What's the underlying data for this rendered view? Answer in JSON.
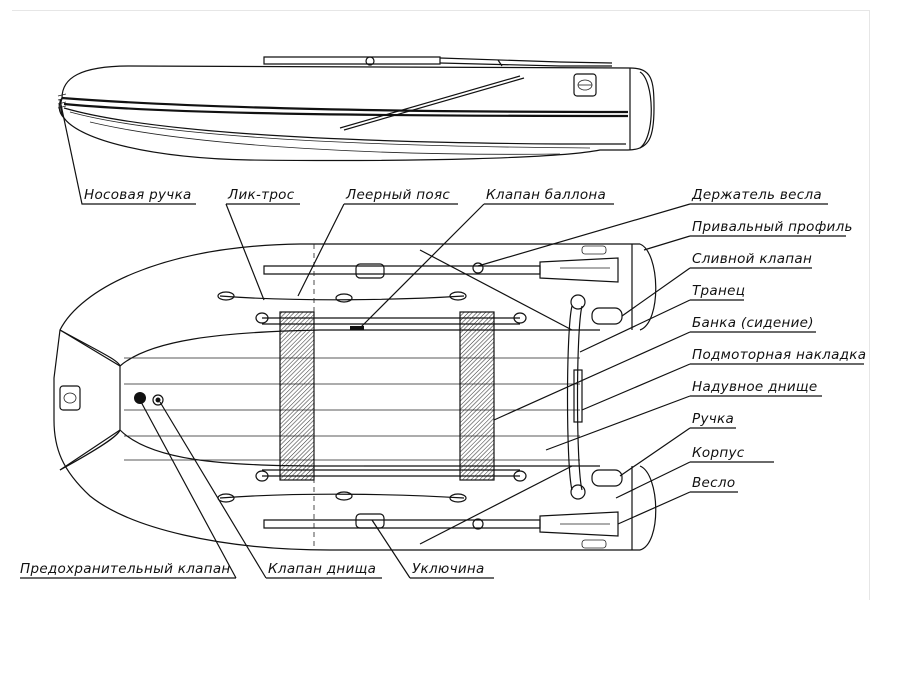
{
  "labels": {
    "bow_handle": "Носовая ручка",
    "lifeline": "Лик-трос",
    "grab_line": "Леерный пояс",
    "tube_valve": "Клапан баллона",
    "oar_holder": "Держатель весла",
    "rub_strake": "Привальный профиль",
    "drain_valve": "Сливной клапан",
    "transom": "Транец",
    "seat": "Банка (сидение)",
    "motor_pad": "Подмоторная накладка",
    "inflatable_floor": "Надувное днище",
    "handle": "Ручка",
    "hull": "Корпус",
    "oar": "Весло",
    "safety_valve": "Предохранительный клапан",
    "floor_valve": "Клапан днища",
    "oarlock": "Уключина"
  }
}
